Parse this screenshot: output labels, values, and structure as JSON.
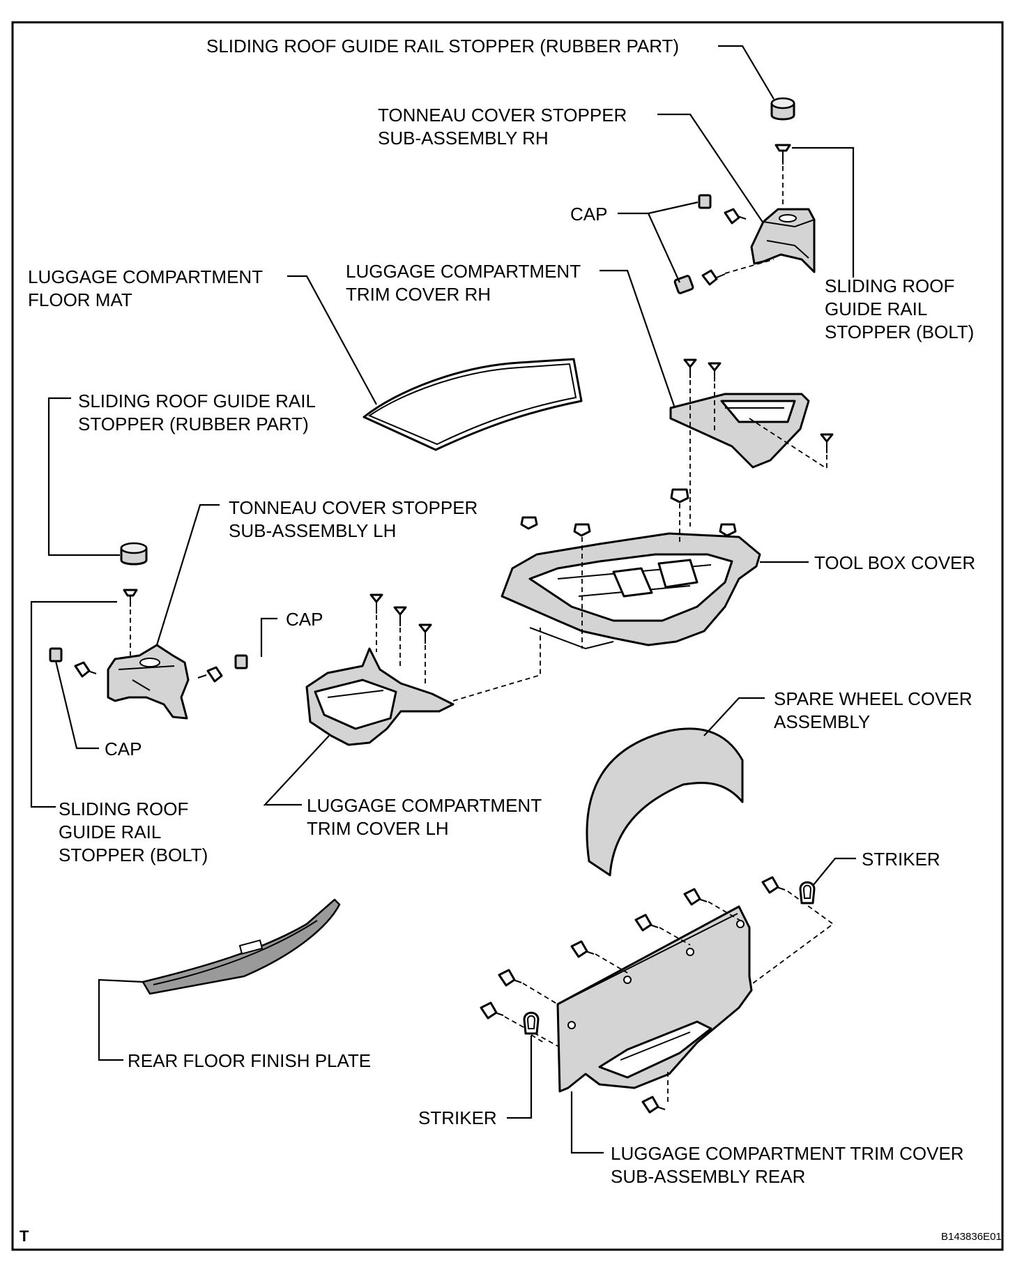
{
  "diagram": {
    "labels": {
      "sliding_roof_rubber_rh": [
        "SLIDING ROOF GUIDE RAIL STOPPER (RUBBER PART)"
      ],
      "tonneau_rh": [
        "TONNEAU COVER STOPPER",
        "SUB-ASSEMBLY RH"
      ],
      "cap_rh": [
        "CAP"
      ],
      "sliding_roof_bolt_rh": [
        "SLIDING ROOF",
        "GUIDE RAIL",
        "STOPPER (BOLT)"
      ],
      "floor_mat": [
        "LUGGAGE COMPARTMENT",
        "FLOOR MAT"
      ],
      "trim_cover_rh": [
        "LUGGAGE COMPARTMENT",
        "TRIM COVER RH"
      ],
      "sliding_roof_rubber_lh": [
        "SLIDING ROOF GUIDE RAIL",
        "STOPPER (RUBBER PART)"
      ],
      "tonneau_lh": [
        "TONNEAU COVER STOPPER",
        "SUB-ASSEMBLY LH"
      ],
      "tool_box_cover": [
        "TOOL BOX COVER"
      ],
      "cap_lh_right": [
        "CAP"
      ],
      "cap_lh_left": [
        "CAP"
      ],
      "spare_wheel_cover": [
        "SPARE WHEEL COVER",
        "ASSEMBLY"
      ],
      "sliding_roof_bolt_lh": [
        "SLIDING ROOF",
        "GUIDE RAIL",
        "STOPPER (BOLT)"
      ],
      "trim_cover_lh": [
        "LUGGAGE COMPARTMENT",
        "TRIM COVER LH"
      ],
      "striker_top": [
        "STRIKER"
      ],
      "rear_floor_finish_plate": [
        "REAR FLOOR FINISH PLATE"
      ],
      "striker_bottom": [
        "STRIKER"
      ],
      "trim_cover_rear": [
        "LUGGAGE COMPARTMENT TRIM COVER",
        "SUB-ASSEMBLY REAR"
      ]
    },
    "corner_mark": "T",
    "figure_code": "B143836E01"
  }
}
